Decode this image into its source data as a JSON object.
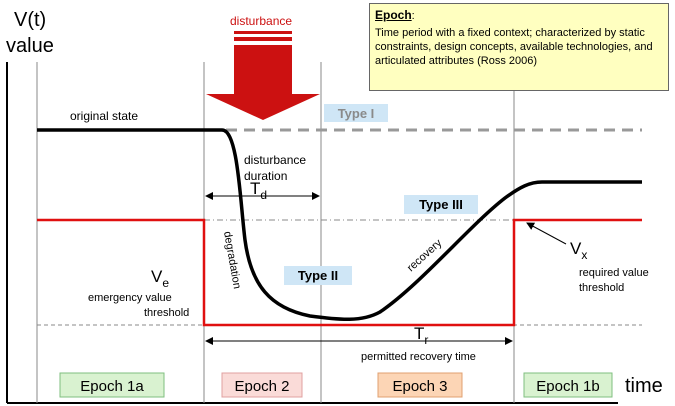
{
  "y_axis": {
    "label_line1": "V(t)",
    "label_line2": "value"
  },
  "x_axis": {
    "label": "time"
  },
  "disturbance": {
    "label": "disturbance"
  },
  "epoch_note": {
    "title": "Epoch",
    "colon": ":",
    "body": "Time period with a fixed context; characterized by static constraints, design concepts, available technologies, and articulated attributes (Ross 2006)"
  },
  "labels": {
    "original_state": "original state",
    "type_1": "Type I",
    "type_2": "Type II",
    "type_3": "Type III",
    "disturbance_duration_1": "disturbance",
    "disturbance_duration_2": "duration",
    "td_main": "T",
    "td_sub": "d",
    "degradation": "degradation",
    "recovery": "recovery",
    "ve_main": "V",
    "ve_sub": "e",
    "ve_desc_1": "emergency value",
    "ve_desc_2": "threshold",
    "vx_main": "V",
    "vx_sub": "x",
    "vx_desc_1": "required value",
    "vx_desc_2": "threshold",
    "tr_main": "T",
    "tr_sub": "r",
    "tr_desc": "permitted  recovery time"
  },
  "epochs": [
    {
      "label": "Epoch 1a",
      "color": "#d9f2d0"
    },
    {
      "label": "Epoch 2",
      "color": "#fadbd8"
    },
    {
      "label": "Epoch 3",
      "color": "#fcd5b5"
    },
    {
      "label": "Epoch 1b",
      "color": "#d9f2d0"
    }
  ],
  "colors": {
    "threshold_line": "#e01010",
    "arrow_red": "#cc1111",
    "type_box": "#cfe6f6",
    "curve": "#000000",
    "dashed": "#999999"
  }
}
